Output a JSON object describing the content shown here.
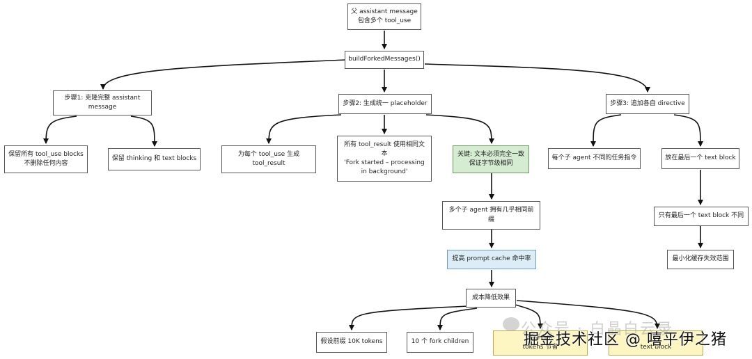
{
  "nodes": {
    "root": "父 assistant message\n包含多个 tool_use",
    "build": "buildForkedMessages()",
    "step1": "步骤1: 克隆完整 assistant\nmessage",
    "step2": "步骤2: 生成统一 placeholder",
    "step3": "步骤3: 追加各自 directive",
    "keep_tool_use": "保留所有 tool_use blocks\n不删除任何内容",
    "keep_thinking": "保留 thinking 和 text blocks",
    "gen_result": "为每个 tool_use 生成\ntool_result",
    "same_text": "所有 tool_result 使用相同文\n本\n'Fork started – processing\nin background'",
    "key_identical": "关键: 文本必须完全一致\n保证字节级相同",
    "diff_task": "每个子 agent 不同的任务指令",
    "last_block": "放在最后一个 text block",
    "only_last_diff": "只有最后一个 text block 不同",
    "min_cache": "最小化缓存失效范围",
    "same_prefix": "多个子 agent 拥有几乎相同前\n缀",
    "cache_hit": "提高 prompt cache 命中率",
    "cost": "成本降低效果",
    "assume_prefix": "假设前缀 10K tokens",
    "fork_children": "10 个 fork children",
    "cache_saved": "缓存命中\ntokens 节省",
    "text_block": "\ntext block"
  },
  "watermark": {
    "light": "公众号 · 白晶白云录",
    "dark": "掘金技术社区 @ 嘻平伊之猪"
  }
}
